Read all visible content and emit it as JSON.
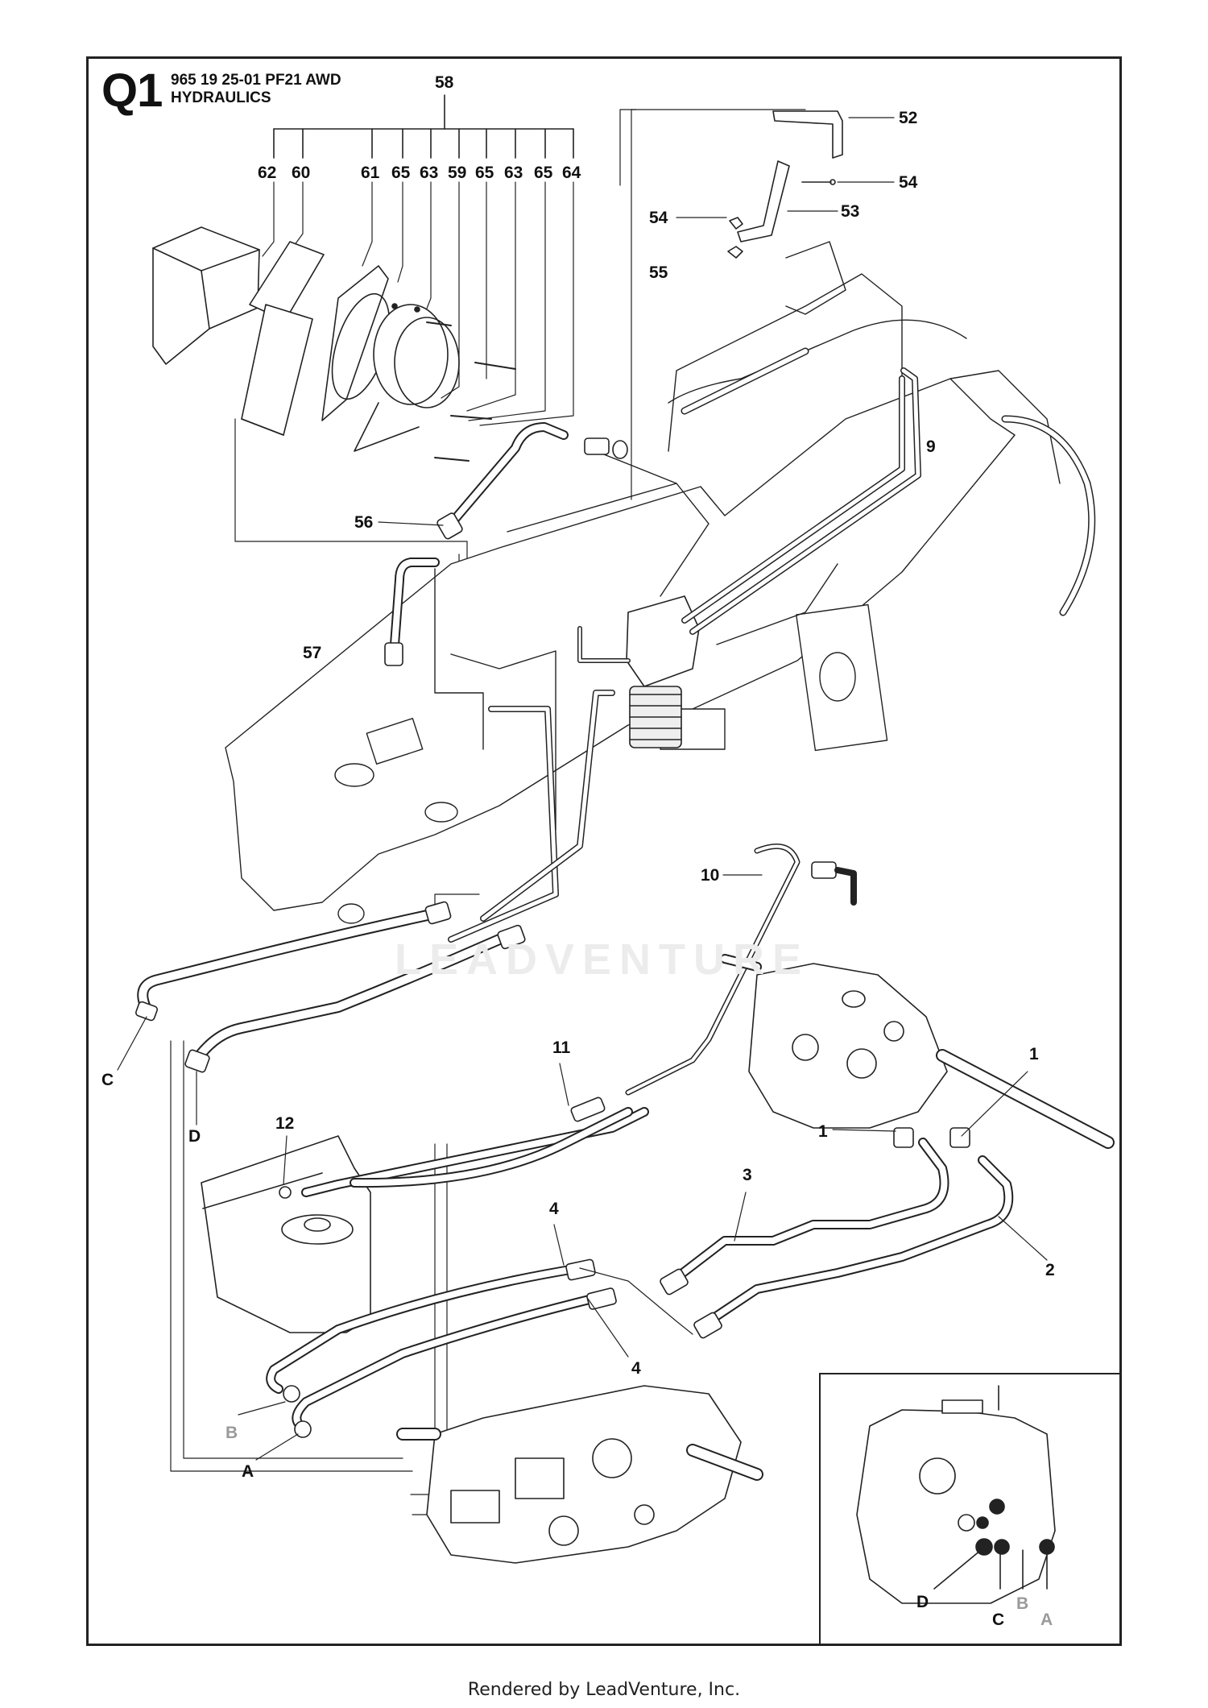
{
  "header": {
    "code": "Q1",
    "line1": "965 19 25-01 PF21 AWD",
    "line2": "HYDRAULICS"
  },
  "footer": {
    "text": "Rendered by LeadVenture, Inc."
  },
  "watermark": {
    "text": "LEADVENTURE"
  },
  "group_label": "58",
  "top_row_labels": [
    "62",
    "60",
    "61",
    "65",
    "63",
    "59",
    "65",
    "63",
    "65",
    "64"
  ],
  "callouts": {
    "c52": "52",
    "c54a": "54",
    "c53": "53",
    "c54b": "54",
    "c55": "55",
    "c56": "56",
    "c57": "57",
    "c9": "9",
    "c10": "10",
    "c11": "11",
    "c12": "12",
    "c1a": "1",
    "c1b": "1",
    "c3": "3",
    "c2": "2",
    "c4a": "4",
    "c4b": "4",
    "cC": "C",
    "cD": "D",
    "cB": "B",
    "cA": "A"
  },
  "inset_labels": {
    "d": "D",
    "c": "C",
    "b": "B",
    "a": "A"
  }
}
